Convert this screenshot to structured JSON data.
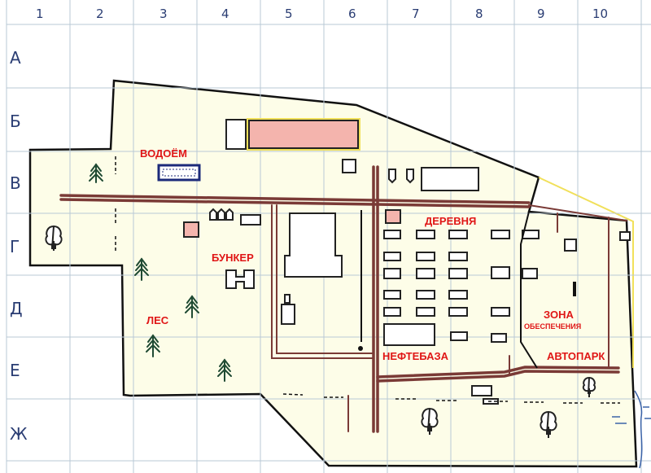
{
  "grid": {
    "columns": [
      "1",
      "2",
      "3",
      "4",
      "5",
      "6",
      "7",
      "8",
      "9",
      "10"
    ],
    "rows": [
      "А",
      "Б",
      "В",
      "Г",
      "Д",
      "Е",
      "Ж"
    ]
  },
  "zones": {
    "reservoir": "ВОДОЁМ",
    "village": "ДЕРЕВНЯ",
    "bunker": "БУНКЕР",
    "forest": "ЛЕС",
    "support_zone": "ЗОНА",
    "support_zone_sub": "ОБЕСПЕЧЕНИЯ",
    "oil_depot": "НЕФТЕБАЗА",
    "motor_pool": "АВТОПАРК"
  },
  "colors": {
    "zone_label": "#e01616",
    "grid_label": "#2a3d73",
    "road": "#7a3a36",
    "highlight_fill": "#f4b4ad",
    "highlight_border": "#f1e05a",
    "reservoir_border": "#1c2a7a",
    "water": "#3b63a8"
  },
  "icons": [
    "pine-tree-icon",
    "round-tree-icon",
    "bunker-icon",
    "fence-mark-icon",
    "water-ripple-icon"
  ]
}
